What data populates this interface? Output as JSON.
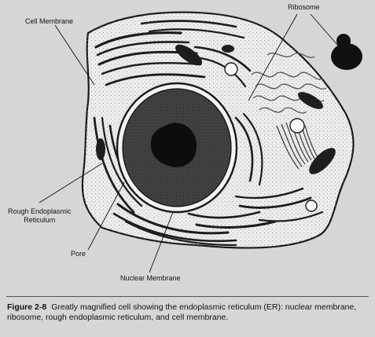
{
  "labels": {
    "cell_membrane": "Cell Membrane",
    "ribosome": "Ribosome",
    "rough_er_line1": "Rough Endoplasmic",
    "rough_er_line2": "Reticulum",
    "pore": "Pore",
    "nuclear_membrane": "Nuclear Membrane"
  },
  "caption": {
    "figure_number": "Figure 2-8",
    "text": "Greatly magnified cell showing the endoplasmic reticulum (ER): nuclear membrane, ribosome, rough endoplasmic reticulum, and cell membrane."
  },
  "colors": {
    "background": "#d6d6d6",
    "cytoplasm": "#e8e8e8",
    "outline": "#1a1a1a",
    "nucleus": "#3a3a3a",
    "nucleolus": "#0d0d0d"
  }
}
